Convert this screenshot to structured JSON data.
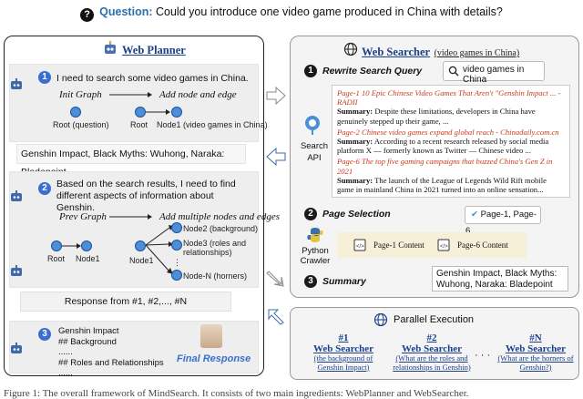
{
  "question": {
    "label": "Question:",
    "text": "Could you introduce one video game produced in China with details?"
  },
  "planner": {
    "title": "Web Planner",
    "step1": {
      "num": "1",
      "text": "I need to search some video games in China."
    },
    "init_graph": "Init Graph",
    "add_node": "Add node and edge",
    "root_question": "Root (question)",
    "root": "Root",
    "node1_label": "Node1 (video games in China)",
    "feedback1": "Genshin Impact, Black Myths: Wuhong, Naraka: Bladepoint",
    "step2": {
      "num": "2",
      "text": "Based on the search results, I need to find different aspects of information about Genshin."
    },
    "prev_graph": "Prev Graph",
    "add_multi": "Add multiple nodes and edges",
    "g2_root": "Root",
    "g2_node1_left": "Node1",
    "g2_node1": "Node1",
    "node2": "Node2 (background)",
    "node3": "Node3 (roles and relationships)",
    "nodeN": "Node-N (horners)",
    "response_line": "Response from #1, #2,..., #N",
    "step3": {
      "num": "3",
      "lines": [
        "Genshin Impact",
        "## Background",
        "......",
        "## Roles and Relationships",
        "......"
      ]
    },
    "final_response": "Final Response"
  },
  "searcher": {
    "title": "Web Searcher",
    "subtitle": "(video games in China)",
    "step1": {
      "num": "1",
      "label": "Rewrite Search Query"
    },
    "query": "video games in China",
    "search_api": "Search API",
    "results": [
      {
        "head": "Page-1 10 Epic Chinese Video Games That Aren't \"Genshin Impact ... - RADII",
        "summary_label": "Summary:",
        "summary": "Despite these limitations, developers in China have genuinely stepped up their game, ..."
      },
      {
        "head": "Page-2 Chinese video games expand global reach - Chinadaily.com.cn",
        "summary_label": "Summary:",
        "summary": "According to a recent research released by social media platform X — formerly known as Twitter — Chinese video ..."
      },
      {
        "head": "Page-6 The top five gaming campaigns that buzzed China's Gen Z in 2021",
        "summary_label": "Summary:",
        "summary": "The launch of the League of Legends Wild Rift mobile game in mainland China in 2021 turned into an online sensation..."
      }
    ],
    "step2": {
      "num": "2",
      "label": "Page Selection"
    },
    "selection": "Page-1, Page-6",
    "python_crawler": "Python Crawler",
    "page1_content": "Page-1 Content",
    "page6_content": "Page-6 Content",
    "step3": {
      "num": "3",
      "label": "Summary"
    },
    "summary_out": "Genshin Impact, Black Myths: Wuhong, Naraka: Bladepoint"
  },
  "parallel": {
    "title": "Parallel Execution",
    "units": [
      {
        "num": "#1",
        "name": "Web Searcher",
        "desc": "(the background of Genshin Impact)"
      },
      {
        "num": "#2",
        "name": "Web Searcher",
        "desc": "(What are the roles and relationships in Genshin)"
      },
      {
        "num": "#N",
        "name": "Web Searcher",
        "desc": "(What are the horners of Genshin?)"
      }
    ],
    "dots": "· · ·"
  },
  "caption": "Figure 1: The overall framework of MindSearch. It consists of two main ingredients: WebPlanner and WebSearcher."
}
